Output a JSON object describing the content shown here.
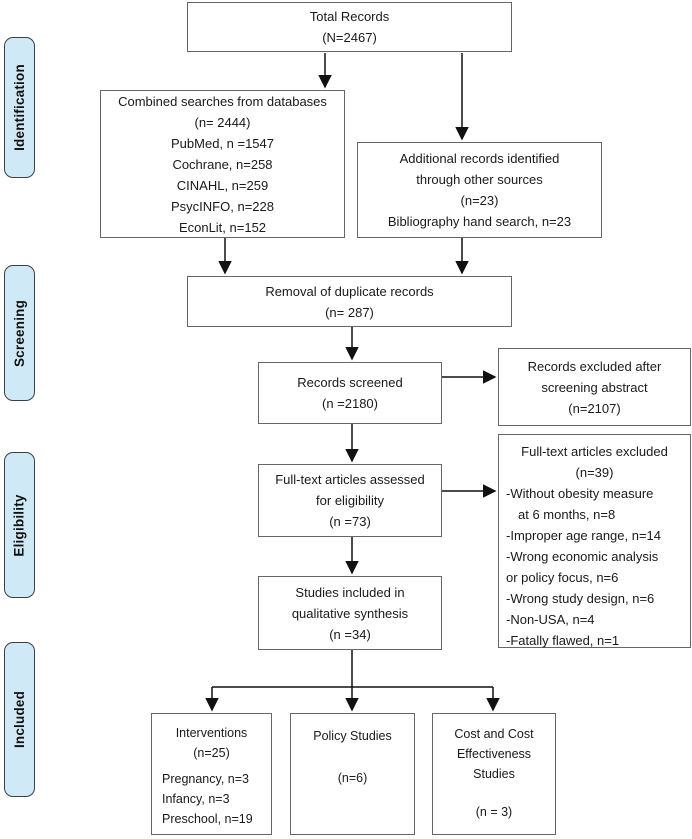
{
  "diagram_title": "PRISMA study selection flow diagram",
  "colors": {
    "stage_fill": "#cfe9f7",
    "stage_border": "#3f3f3f",
    "box_border": "#666666",
    "arrow": "#111111",
    "background": "#ffffff"
  },
  "stages": [
    {
      "label": "Identification"
    },
    {
      "label": "Screening"
    },
    {
      "label": "Eligibility"
    },
    {
      "label": "Included"
    }
  ],
  "boxes": {
    "total_records": [
      "Total Records",
      "(N=2467)"
    ],
    "combined_searches": [
      "Combined searches from databases",
      "(n= 2444)",
      "PubMed, n =1547",
      "Cochrane, n=258",
      "CINAHL, n=259",
      "PsycINFO, n=228",
      "EconLit, n=152"
    ],
    "additional_records": [
      "Additional records identified",
      "through other sources",
      "(n=23)",
      "Bibliography hand search, n=23"
    ],
    "removal_duplicates": [
      "Removal of duplicate records",
      "(n= 287)"
    ],
    "records_screened": [
      "Records screened",
      "(n =2180)"
    ],
    "records_excluded": [
      "Records excluded after",
      "screening abstract",
      "(n=2107)"
    ],
    "fulltext_assessed": [
      "Full-text articles assessed",
      "for eligibility",
      "(n =73)"
    ],
    "fulltext_excluded_title": [
      "Full-text articles excluded",
      "(n=39)"
    ],
    "fulltext_excluded_items": [
      "-Without obesity measure",
      "at 6 months, n=8",
      "-Improper age range, n=14",
      "-Wrong economic analysis",
      "or policy focus, n=6",
      "-Wrong study design, n=6",
      "-Non-USA, n=4",
      "-Fatally flawed, n=1"
    ],
    "studies_included": [
      "Studies included in",
      "qualitative synthesis",
      "(n =34)"
    ],
    "interventions_title": [
      "Interventions",
      "(n=25)"
    ],
    "interventions_items": [
      "Pregnancy, n=3",
      "Infancy, n=3",
      "Preschool, n=19"
    ],
    "policy_studies": [
      "Policy Studies",
      "(n=6)"
    ],
    "cost_studies": [
      "Cost and Cost",
      "Effectiveness",
      "Studies",
      "(n = 3)"
    ]
  }
}
